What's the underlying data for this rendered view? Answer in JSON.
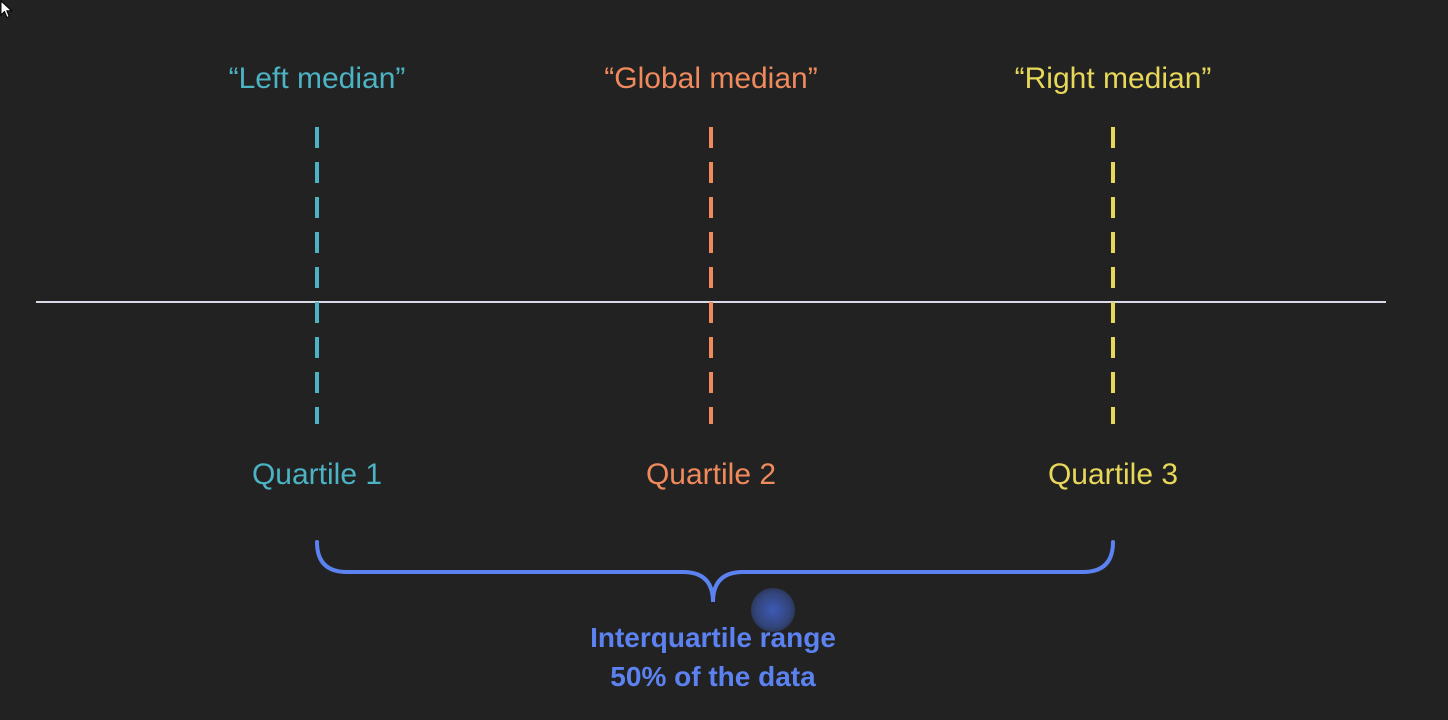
{
  "colors": {
    "background": "#222222",
    "axis": "#d9d9e8",
    "q1": "#4bb3c4",
    "q2": "#f08a5d",
    "q3": "#e8d85a",
    "brace": "#5b82f0"
  },
  "quartiles": [
    {
      "id": "q1",
      "top_label": "“Left median”",
      "bottom_label": "Quartile 1"
    },
    {
      "id": "q2",
      "top_label": "“Global median”",
      "bottom_label": "Quartile 2"
    },
    {
      "id": "q3",
      "top_label": "“Right median”",
      "bottom_label": "Quartile 3"
    }
  ],
  "brace": {
    "line1": "Interquartile range",
    "line2": "50% of the data"
  },
  "cursor": {
    "icon": "mouse-pointer-icon"
  }
}
